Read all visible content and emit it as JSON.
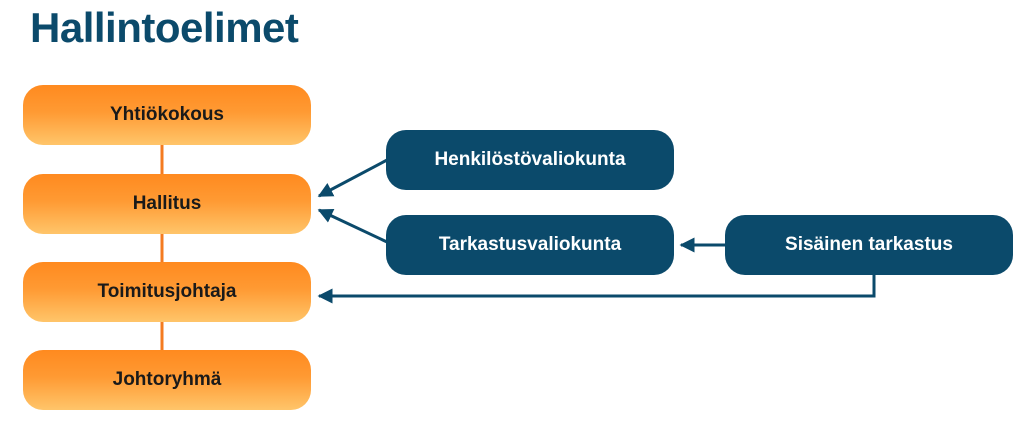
{
  "title": "Hallintoelimet",
  "colors": {
    "title": "#0b4a6b",
    "orange_top": "#ff8a1f",
    "orange_bottom": "#ffc56a",
    "orange_connector": "#f47b20",
    "blue": "#0b4a6b",
    "blue_text": "#ffffff",
    "orange_text": "#1a1a1a"
  },
  "hierarchy": [
    "Yhtiökokous",
    "Hallitus",
    "Toimitusjohtaja",
    "Johtoryhmä"
  ],
  "committees": [
    "Henkilöstövaliokunta",
    "Tarkastusvaliokunta"
  ],
  "internal_audit": "Sisäinen tarkastus"
}
